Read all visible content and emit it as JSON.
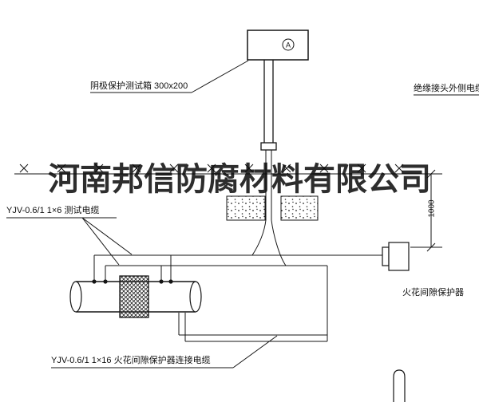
{
  "watermark": {
    "text": "河南邦信防腐材料有限公司"
  },
  "annotations": {
    "test_box_label": "阴极保护测试箱 300x200",
    "outer_cable_label": "绝缘接头外侧电缆",
    "test_cable_label": "YJV-0.6/1 1×6 测试电缆",
    "spark_gap_label": "火花间隙保护器",
    "spark_gap_cable_label": "YJV-0.6/1 1×16 火花间隙保护器连接电缆"
  },
  "symbols": {
    "ammeter": "A"
  },
  "dimension": {
    "value": "1000"
  },
  "colors": {
    "line": "#141414",
    "background": "#ffffff",
    "watermark": "#080808"
  }
}
